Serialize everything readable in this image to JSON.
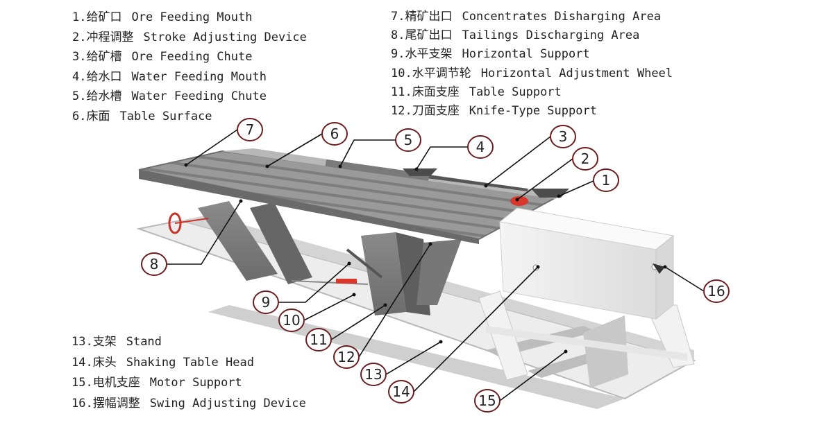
{
  "legend": {
    "top_left": [
      {
        "num": "1.",
        "zh": "给矿口",
        "en": "Ore Feeding Mouth"
      },
      {
        "num": "2.",
        "zh": "冲程调整",
        "en": "Stroke Adjusting Device"
      },
      {
        "num": "3.",
        "zh": "给矿槽",
        "en": "Ore Feeding Chute"
      },
      {
        "num": "4.",
        "zh": "给水口",
        "en": "Water Feeding Mouth"
      },
      {
        "num": "5.",
        "zh": "给水槽",
        "en": "Water Feeding Chute"
      },
      {
        "num": "6.",
        "zh": "床面",
        "en": "Table Surface"
      }
    ],
    "top_right": [
      {
        "num": "7.",
        "zh": "精矿出口",
        "en": "Concentrates Disharging Area"
      },
      {
        "num": "8.",
        "zh": "尾矿出口",
        "en": "Tailings Discharging Area"
      },
      {
        "num": "9.",
        "zh": "水平支架",
        "en": "Horizontal Support"
      },
      {
        "num": "10.",
        "zh": "水平调节轮",
        "en": "Horizontal Adjustment Wheel"
      },
      {
        "num": "11.",
        "zh": "床面支座",
        "en": "Table Support"
      },
      {
        "num": "12.",
        "zh": "刀面支座",
        "en": "Knife-Type Support"
      }
    ],
    "bottom_left": [
      {
        "num": "13.",
        "zh": "支架",
        "en": "Stand"
      },
      {
        "num": "14.",
        "zh": "床头",
        "en": "Shaking Table Head"
      },
      {
        "num": "15.",
        "zh": "电机支座",
        "en": "Motor Support"
      },
      {
        "num": "16.",
        "zh": "摆幅调整",
        "en": "Swing Adjusting Device"
      }
    ]
  },
  "callouts": [
    "1",
    "2",
    "3",
    "4",
    "5",
    "6",
    "7",
    "8",
    "9",
    "10",
    "11",
    "12",
    "13",
    "14",
    "15",
    "16"
  ],
  "colors": {
    "callout_stroke": "#6b1d1d",
    "leader_line": "#111111",
    "table_surface": "#8f8f8f",
    "frame": "#7a7a7a",
    "head_box": "#eeeeee",
    "accent_red": "#d7382b"
  }
}
